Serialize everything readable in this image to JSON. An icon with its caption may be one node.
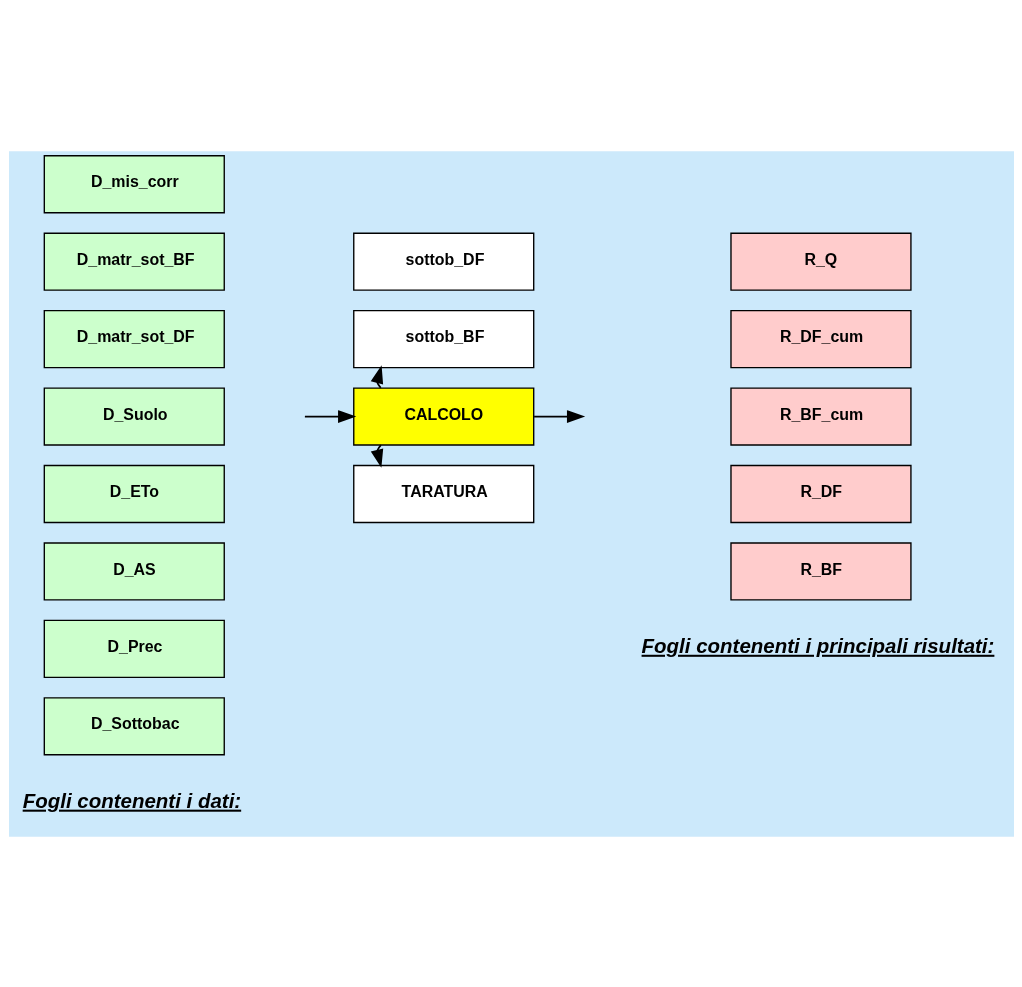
{
  "diagram": {
    "nodes": [
      {
        "text": [
          "D_Sottobac"
        ]
      },
      {
        "text": [
          "D_Prec"
        ]
      },
      {
        "text": [
          "D_AS"
        ]
      },
      {
        "text": [
          "D_ETo"
        ]
      },
      {
        "text": [
          "D_Suolo"
        ]
      },
      {
        "text": [
          "D_matr_sot_DF"
        ]
      },
      {
        "text": [
          "D_matr_sot_BF"
        ]
      },
      {
        "text": [
          "D_mis_corr"
        ]
      },
      {
        "text": [
          "TARATURA"
        ]
      },
      {
        "text": [
          "CALCOLO"
        ]
      },
      {
        "text": [
          "sottob_BF"
        ]
      },
      {
        "text": [
          "sottob_DF"
        ]
      },
      {
        "text": [
          "R_BF"
        ]
      },
      {
        "text": [
          "R_DF"
        ]
      },
      {
        "text": [
          "R_BF_cum"
        ]
      },
      {
        "text": [
          "R_DF_cum"
        ]
      },
      {
        "text": [
          "R_Q"
        ]
      }
    ],
    "edges": [
      {
        "from": null,
        "to": 9,
        "arrow": "to"
      },
      {
        "from": 9,
        "to": 8,
        "arrow": "to"
      },
      {
        "from": 9,
        "to": 10,
        "arrow": "to"
      },
      {
        "from": 9,
        "to": null,
        "arrow": "to"
      }
    ],
    "labels": [
      "Fogli contenenti i dati:",
      "Fogli contenenti i principali risultati:"
    ]
  }
}
